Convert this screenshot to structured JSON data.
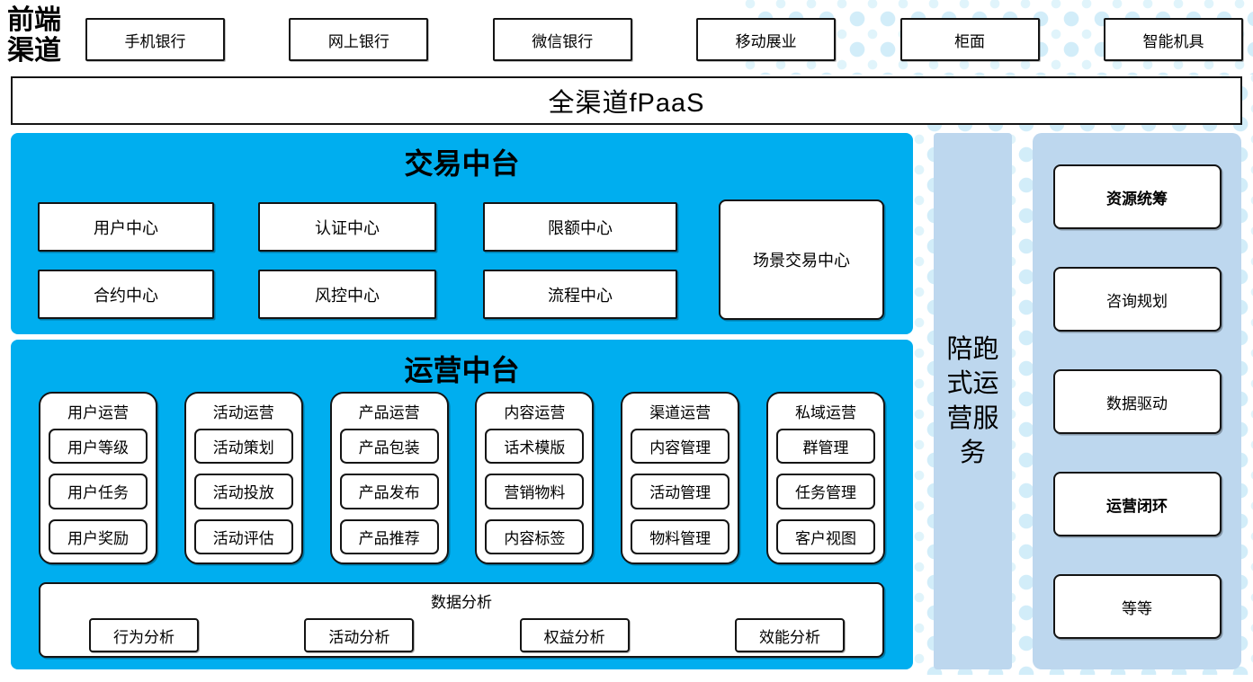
{
  "colors": {
    "primary_blue": "#00AEEF",
    "panel_blue": "#BDD7EE",
    "dot_blue": "#D2EDF9",
    "border": "#141414"
  },
  "front_channels": {
    "label": "前端渠道",
    "items": [
      "手机银行",
      "网上银行",
      "微信银行",
      "移动展业",
      "柜面",
      "智能机具"
    ]
  },
  "fpaas": {
    "label": "全渠道fPaaS"
  },
  "trade_platform": {
    "title": "交易中台",
    "centers": [
      "用户中心",
      "认证中心",
      "限额中心",
      "合约中心",
      "风控中心",
      "流程中心"
    ],
    "scene_center": "场景交易中心"
  },
  "ops_platform": {
    "title": "运营中台",
    "columns": [
      {
        "title": "用户运营",
        "items": [
          "用户等级",
          "用户任务",
          "用户奖励"
        ]
      },
      {
        "title": "活动运营",
        "items": [
          "活动策划",
          "活动投放",
          "活动评估"
        ]
      },
      {
        "title": "产品运营",
        "items": [
          "产品包装",
          "产品发布",
          "产品推荐"
        ]
      },
      {
        "title": "内容运营",
        "items": [
          "话术模版",
          "营销物料",
          "内容标签"
        ]
      },
      {
        "title": "渠道运营",
        "items": [
          "内容管理",
          "活动管理",
          "物料管理"
        ]
      },
      {
        "title": "私域运营",
        "items": [
          "群管理",
          "任务管理",
          "客户视图"
        ]
      }
    ],
    "analysis": {
      "title": "数据分析",
      "items": [
        "行为分析",
        "活动分析",
        "权益分析",
        "效能分析"
      ]
    }
  },
  "side_service": {
    "label": "陪跑式运营服务"
  },
  "right_panel": {
    "items": [
      {
        "label": "资源统筹",
        "bold": true
      },
      {
        "label": "咨询规划",
        "bold": false
      },
      {
        "label": "数据驱动",
        "bold": false
      },
      {
        "label": "运营闭环",
        "bold": true
      },
      {
        "label": "等等",
        "bold": false
      }
    ]
  }
}
